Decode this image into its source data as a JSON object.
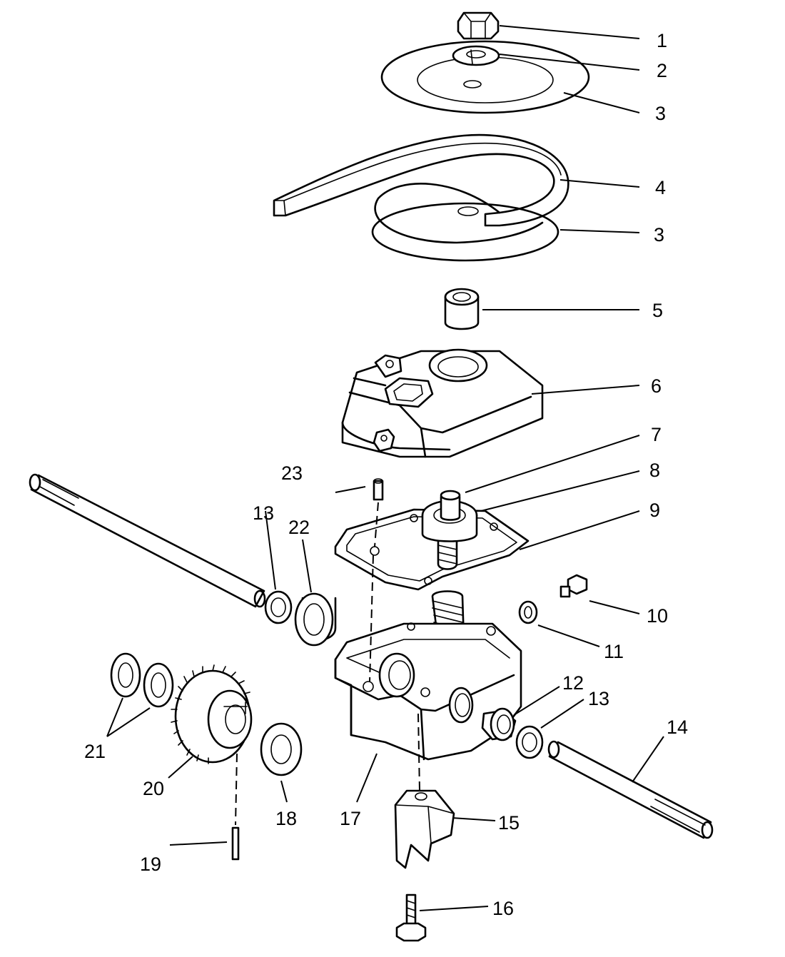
{
  "callouts": {
    "c1": "1",
    "c2": "2",
    "c3a": "3",
    "c3b": "3",
    "c4": "4",
    "c5": "5",
    "c6": "6",
    "c7": "7",
    "c8": "8",
    "c9": "9",
    "c10": "10",
    "c11": "11",
    "c12": "12",
    "c13a": "13",
    "c13b": "13",
    "c14": "14",
    "c15": "15",
    "c16": "16",
    "c17": "17",
    "c18": "18",
    "c19": "19",
    "c20": "20",
    "c21": "21",
    "c22": "22",
    "c23": "23"
  }
}
